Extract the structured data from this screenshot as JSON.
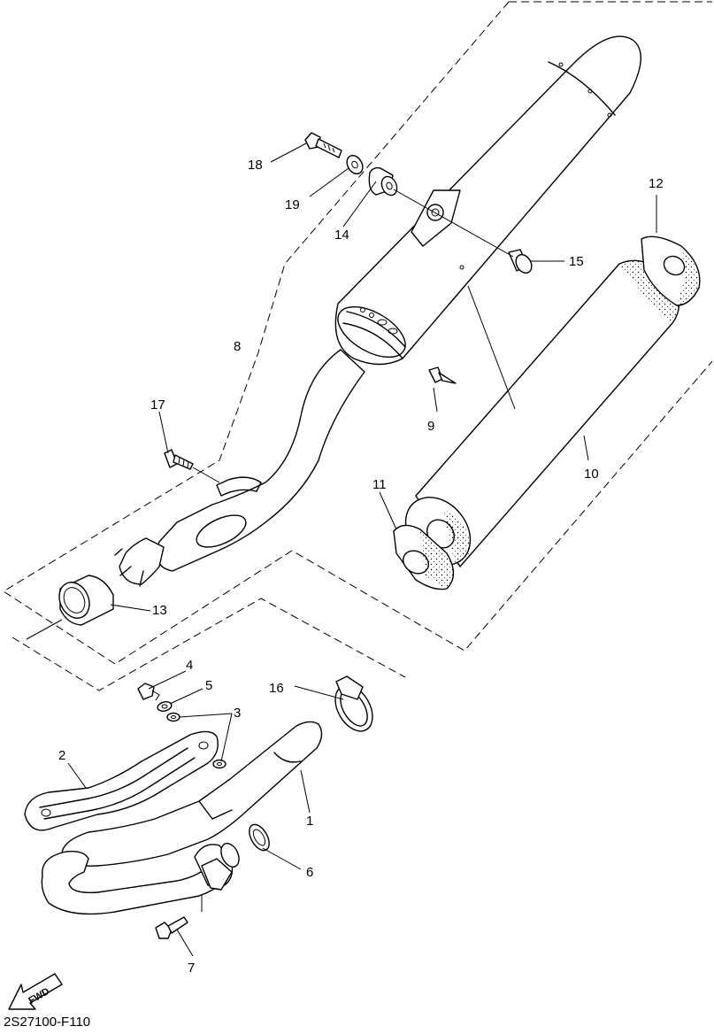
{
  "diagram": {
    "figure_code": "2S27100-F110",
    "fwd_label": "FWD",
    "callouts": {
      "c1": "1",
      "c2": "2",
      "c3": "3",
      "c4": "4",
      "c5": "5",
      "c6": "6",
      "c7": "7",
      "c8": "8",
      "c9": "9",
      "c10": "10",
      "c11": "11",
      "c12": "12",
      "c13": "13",
      "c14": "14",
      "c15": "15",
      "c16": "16",
      "c17": "17",
      "c18": "18",
      "c19": "19"
    }
  }
}
